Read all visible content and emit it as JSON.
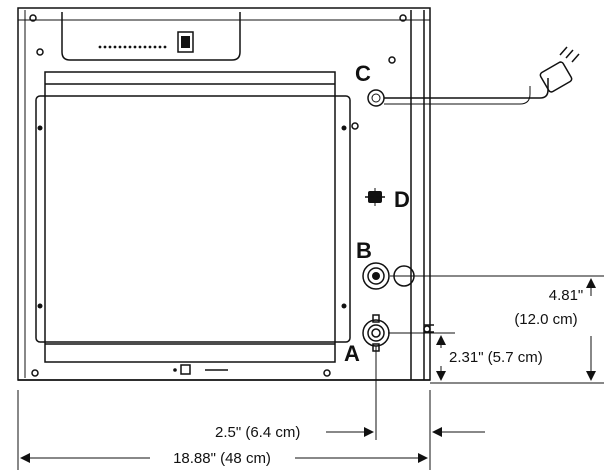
{
  "labels": {
    "a": "A",
    "b": "B",
    "c": "C",
    "d": "D"
  },
  "dimensions": {
    "width_total": "18.88\" (48 cm)",
    "offset_a": "2.5\" (6.4 cm)",
    "height_b_line1": "4.81\"",
    "height_b_line2": "(12.0 cm)",
    "height_a": "2.31\" (5.7 cm)"
  }
}
